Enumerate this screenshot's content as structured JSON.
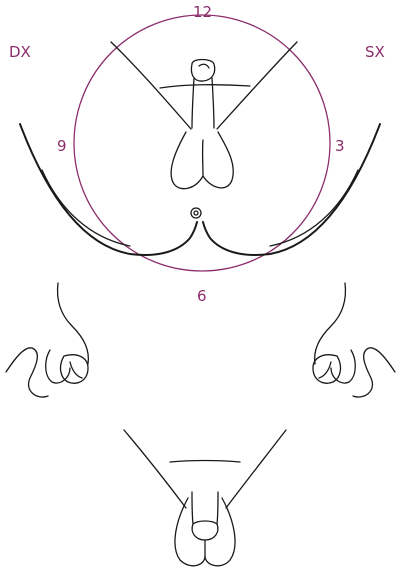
{
  "colors": {
    "accent": "#8b2d6b",
    "line": "#1a1a1a"
  },
  "labels": {
    "right_side": "DX",
    "left_side": "SX",
    "clock_12": "12",
    "clock_3": "3",
    "clock_6": "6",
    "clock_9": "9"
  }
}
